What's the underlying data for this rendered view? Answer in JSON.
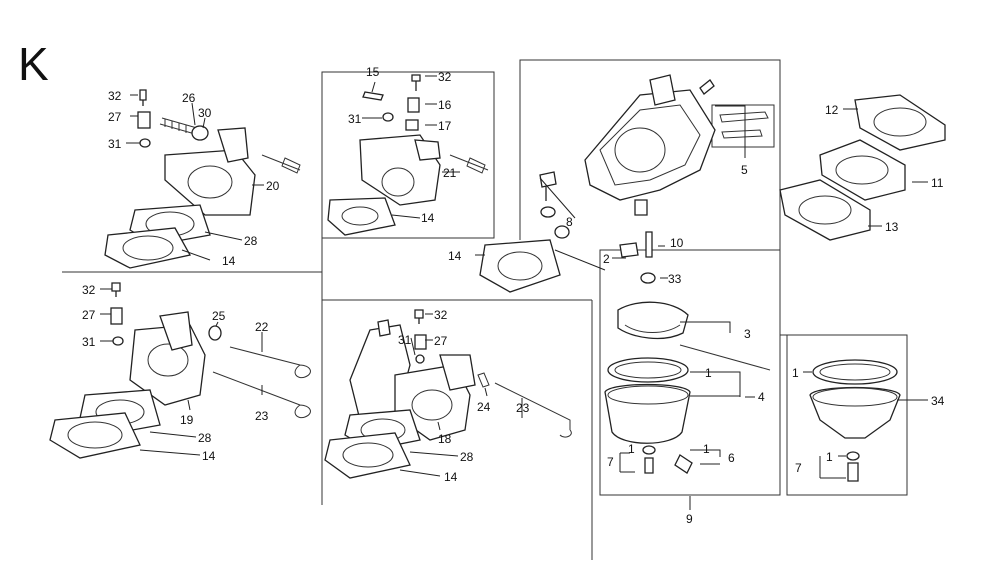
{
  "section_letter": "K",
  "callouts": [
    {
      "id": "p32-a",
      "text": "32"
    },
    {
      "id": "p27-a",
      "text": "27"
    },
    {
      "id": "p31-a",
      "text": "31"
    },
    {
      "id": "p26",
      "text": "26"
    },
    {
      "id": "p30",
      "text": "30"
    },
    {
      "id": "p20",
      "text": "20"
    },
    {
      "id": "p28-a",
      "text": "28"
    },
    {
      "id": "p14-a",
      "text": "14"
    },
    {
      "id": "p15",
      "text": "15"
    },
    {
      "id": "p32-b",
      "text": "32"
    },
    {
      "id": "p16",
      "text": "16"
    },
    {
      "id": "p31-b",
      "text": "31"
    },
    {
      "id": "p17",
      "text": "17"
    },
    {
      "id": "p21",
      "text": "21"
    },
    {
      "id": "p14-b",
      "text": "14"
    },
    {
      "id": "p32-c",
      "text": "32"
    },
    {
      "id": "p27-c",
      "text": "27"
    },
    {
      "id": "p31-c",
      "text": "31"
    },
    {
      "id": "p25",
      "text": "25"
    },
    {
      "id": "p22",
      "text": "22"
    },
    {
      "id": "p19",
      "text": "19"
    },
    {
      "id": "p23-a",
      "text": "23"
    },
    {
      "id": "p28-c",
      "text": "28"
    },
    {
      "id": "p14-c",
      "text": "14"
    },
    {
      "id": "p32-d",
      "text": "32"
    },
    {
      "id": "p31-d",
      "text": "31"
    },
    {
      "id": "p27-d",
      "text": "27"
    },
    {
      "id": "p24",
      "text": "24"
    },
    {
      "id": "p23-b",
      "text": "23"
    },
    {
      "id": "p18",
      "text": "18"
    },
    {
      "id": "p28-d",
      "text": "28"
    },
    {
      "id": "p14-d",
      "text": "14"
    },
    {
      "id": "p14-e",
      "text": "14"
    },
    {
      "id": "p8",
      "text": "8"
    },
    {
      "id": "p2",
      "text": "2"
    },
    {
      "id": "p10",
      "text": "10"
    },
    {
      "id": "p33",
      "text": "33"
    },
    {
      "id": "p5",
      "text": "5"
    },
    {
      "id": "p3",
      "text": "3"
    },
    {
      "id": "p1-a",
      "text": "1"
    },
    {
      "id": "p4",
      "text": "4"
    },
    {
      "id": "p1-b",
      "text": "1"
    },
    {
      "id": "p1-c",
      "text": "1"
    },
    {
      "id": "p6",
      "text": "6"
    },
    {
      "id": "p7-a",
      "text": "7"
    },
    {
      "id": "p9",
      "text": "9"
    },
    {
      "id": "p12",
      "text": "12"
    },
    {
      "id": "p11",
      "text": "11"
    },
    {
      "id": "p13",
      "text": "13"
    },
    {
      "id": "p1-d",
      "text": "1"
    },
    {
      "id": "p34",
      "text": "34"
    },
    {
      "id": "p1-e",
      "text": "1"
    },
    {
      "id": "p7-b",
      "text": "7"
    }
  ]
}
